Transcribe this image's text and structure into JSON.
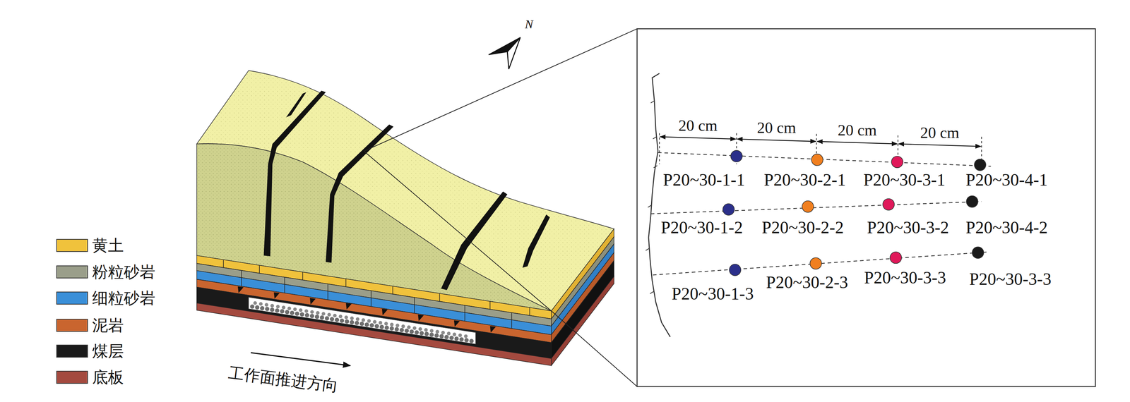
{
  "diagram": {
    "labels": [
      "N",
      "20 cm",
      "20 cm",
      "20 cm",
      "20 cm",
      "P20~30-1-1",
      "P20~30-2-1",
      "P20~30-3-1",
      "P20~30-4-1",
      "P20~30-1-2",
      "P20~30-2-2",
      "P20~30-3-2",
      "P20~30-4-2",
      "P20~30-1-3",
      "P20~30-2-3",
      "P20~30-3-3",
      "P20~30-3-3",
      "工作面推进方向"
    ],
    "legend": [
      {
        "text": "黄土",
        "color": "#f0c23c"
      },
      {
        "text": "粉粒砂岩",
        "color": "#9a9e8a"
      },
      {
        "text": "细粒砂岩",
        "color": "#3a8fd8"
      },
      {
        "text": "泥岩",
        "color": "#c9652f"
      },
      {
        "text": "煤层",
        "color": "#1a1a1a"
      },
      {
        "text": "底板",
        "color": "#a44a3f"
      }
    ]
  }
}
